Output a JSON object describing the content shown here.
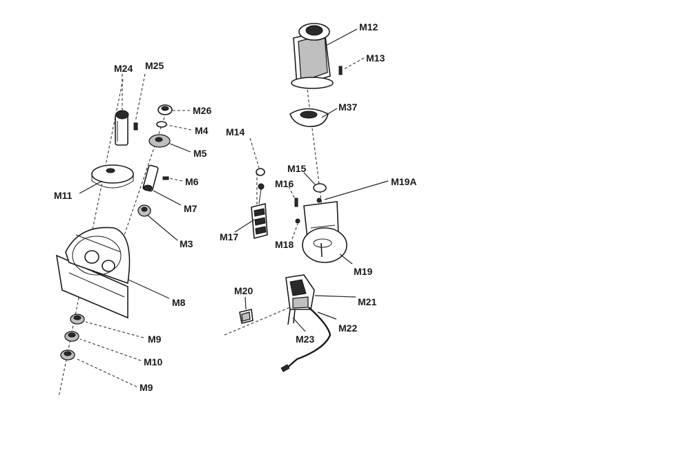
{
  "diagram": {
    "labels": {
      "m24": "M24",
      "m25": "M25",
      "m26": "M26",
      "m4": "M4",
      "m5": "M5",
      "m6": "M6",
      "m7": "M7",
      "m3": "M3",
      "m11": "M11",
      "m8": "M8",
      "m9a": "M9",
      "m10": "M10",
      "m9b": "M9",
      "m14": "M14",
      "m17": "M17",
      "m12": "M12",
      "m13": "M13",
      "m37": "M37",
      "m15": "M15",
      "m16": "M16",
      "m19a": "M19A",
      "m18": "M18",
      "m19": "M19",
      "m20": "M20",
      "m21": "M21",
      "m22": "M22",
      "m23": "M23"
    },
    "colors": {
      "ink": "#1a1a1a",
      "background": "#ffffff",
      "shading": "#bfbfbf"
    }
  }
}
